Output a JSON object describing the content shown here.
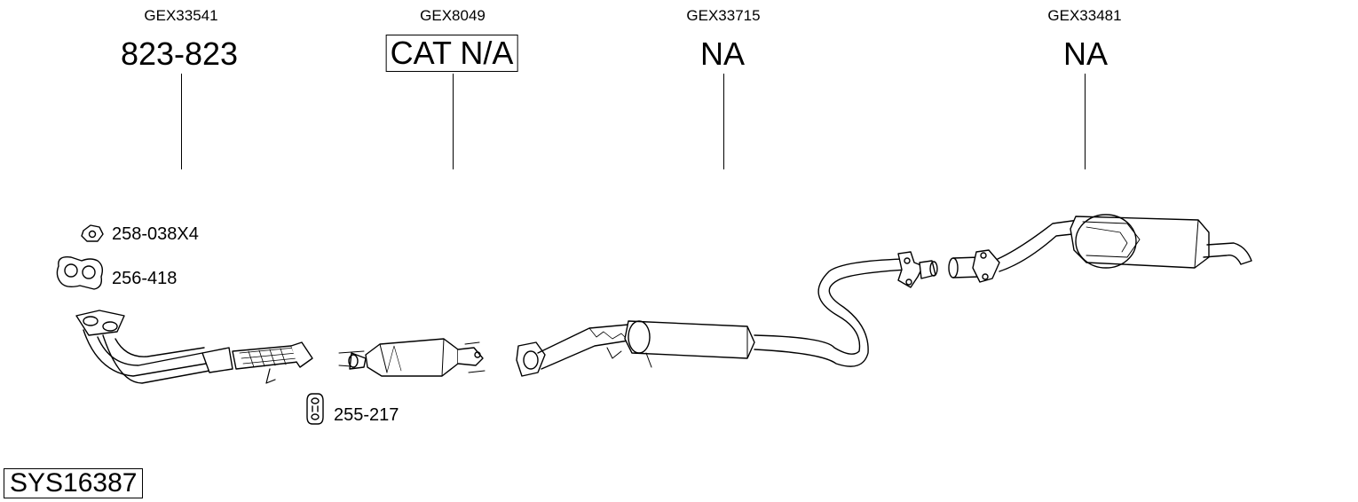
{
  "parts": [
    {
      "ref": "GEX33541",
      "code": "823-823",
      "boxed": false
    },
    {
      "ref": "GEX8049",
      "code": "CAT N/A",
      "boxed": true
    },
    {
      "ref": "GEX33715",
      "code": "NA",
      "boxed": false
    },
    {
      "ref": "GEX33481",
      "code": "NA",
      "boxed": false
    }
  ],
  "accessories": [
    {
      "code": "258-038X4",
      "icon": "nut-icon"
    },
    {
      "code": "256-418",
      "icon": "gasket-icon"
    },
    {
      "code": "255-217",
      "icon": "rubber-mount-icon"
    }
  ],
  "system_id": "SYS16387"
}
